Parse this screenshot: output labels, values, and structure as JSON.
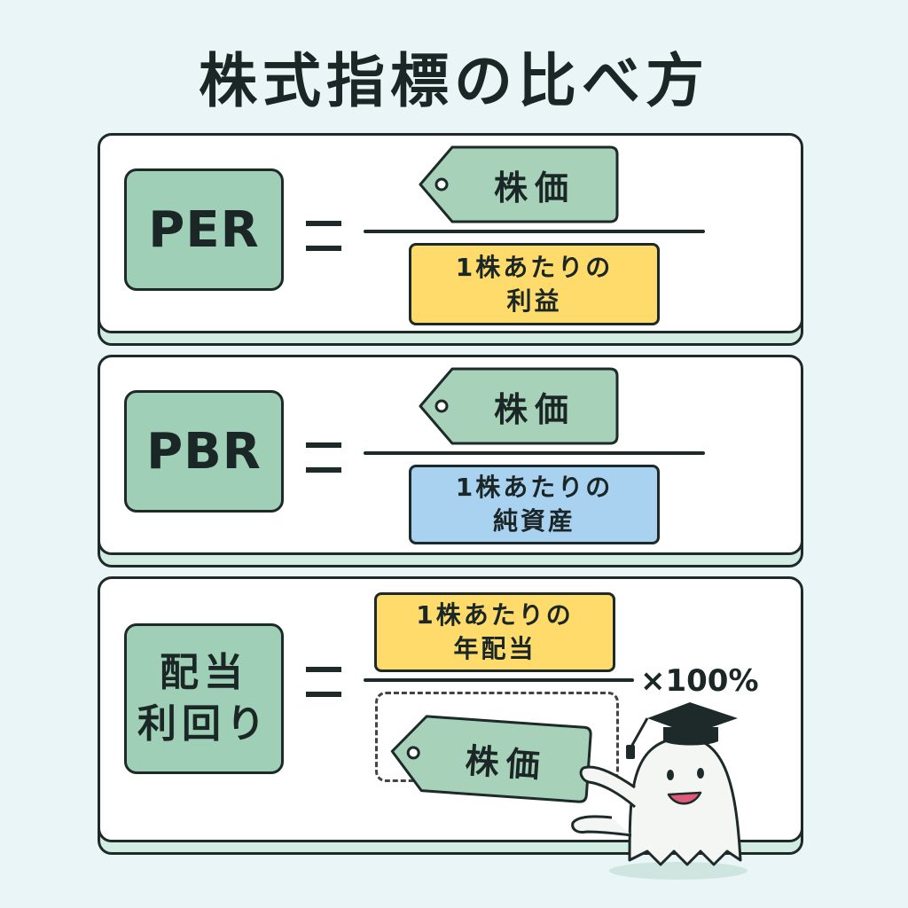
{
  "title": "株式指標の比べ方",
  "formulas": [
    {
      "label": "PER",
      "equals": "=",
      "numerator": "株価",
      "denominator": "1株あたりの\n利益",
      "denominator_color": "#fedb6b"
    },
    {
      "label": "PBR",
      "equals": "=",
      "numerator": "株価",
      "denominator": "1株あたりの\n純資産",
      "denominator_color": "#a8d2f0"
    },
    {
      "label": "配当\n利回り",
      "equals": "=",
      "numerator": "1株あたりの\n年配当",
      "numerator_color": "#fedb6b",
      "denominator": "株価",
      "multiplier": "×100%"
    }
  ],
  "colors": {
    "background": "#e9f5f7",
    "label_green": "#9fcfb6",
    "tag_green": "#a7d2b9",
    "outline": "#1e2a2a"
  },
  "icons": {
    "mascot": "ghost-graduate-icon",
    "tag": "price-tag-icon"
  }
}
